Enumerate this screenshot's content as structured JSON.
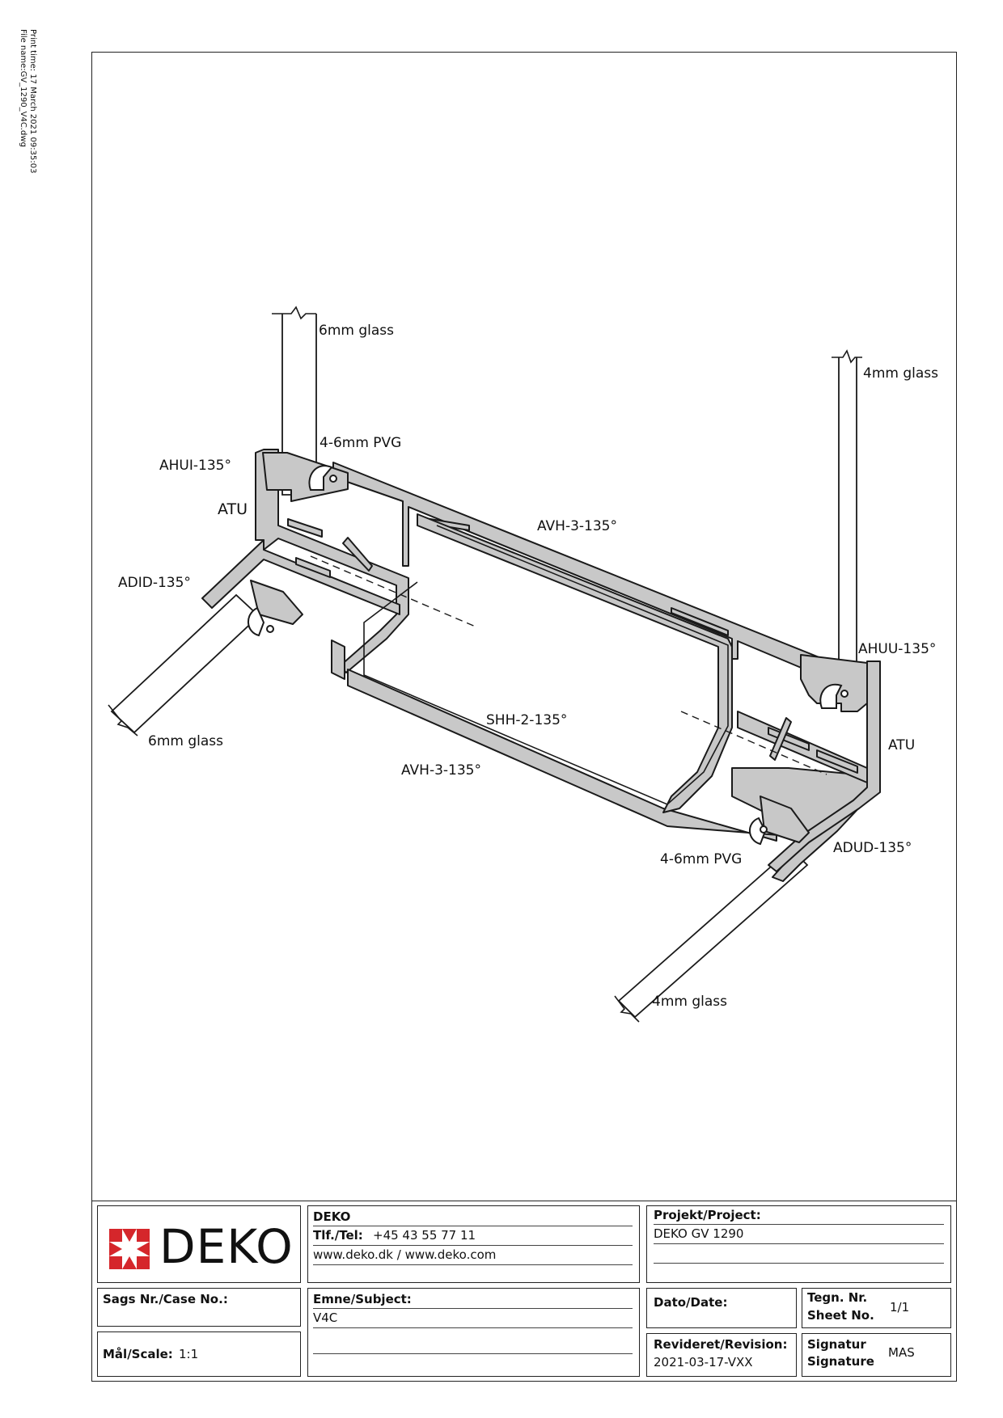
{
  "print_meta": {
    "print_time": "Print time: 17 March 2021 09:35:03",
    "file_name": "File name:GV_1290_V4C.dwg"
  },
  "drawing": {
    "labels": {
      "glass_6mm_top": "6mm glass",
      "glass_4mm_top": "4mm glass",
      "pvg_top": "4-6mm PVG",
      "ahui": "AHUI-135°",
      "atu_left": "ATU",
      "avh_top": "AVH-3-135°",
      "adid": "ADID-135°",
      "ahuu": "AHUU-135°",
      "shh": "SHH-2-135°",
      "atu_right": "ATU",
      "glass_6mm_bottom": "6mm glass",
      "avh_bottom": "AVH-3-135°",
      "adud": "ADUD-135°",
      "pvg_bottom": "4-6mm PVG",
      "glass_4mm_bottom": "4mm glass"
    }
  },
  "title_block": {
    "logo_text": "DEKO",
    "company": {
      "name": "DEKO",
      "tel_label": "Tlf./Tel:",
      "tel_value": "+45 43 55 77 11",
      "web": "www.deko.dk / www.deko.com"
    },
    "project": {
      "label": "Projekt/Project:",
      "value": "DEKO GV 1290"
    },
    "case": {
      "label": "Sags Nr./Case No.:",
      "value": ""
    },
    "subject": {
      "label": "Emne/Subject:",
      "value": "V4C"
    },
    "date": {
      "label": "Dato/Date:",
      "value": ""
    },
    "sheet": {
      "label1": "Tegn. Nr.",
      "label2": "Sheet No.",
      "value": "1/1"
    },
    "scale": {
      "label": "Mål/Scale:",
      "value": "1:1"
    },
    "revision": {
      "label": "Revideret/Revision:",
      "value": "2021-03-17-VXX"
    },
    "signature": {
      "label1": "Signatur",
      "label2": "Signature",
      "value": "MAS"
    }
  }
}
